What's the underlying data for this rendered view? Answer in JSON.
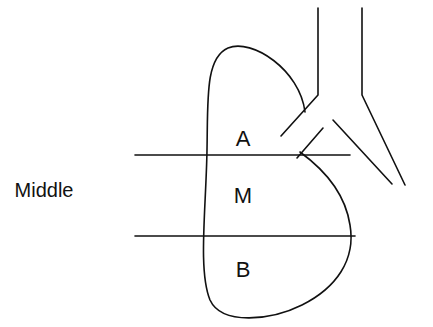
{
  "diagram": {
    "labels": [
      "A",
      "M",
      "B",
      "Middle"
    ]
  }
}
